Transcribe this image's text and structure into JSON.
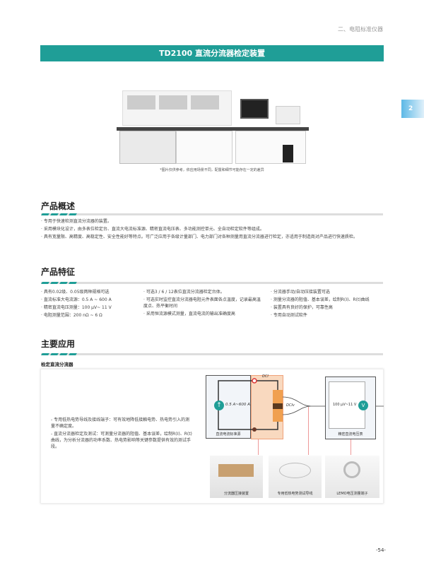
{
  "header": {
    "chapter": "二、电阻标准仪器",
    "title": "TD2100 直流分流器检定装置",
    "side_tab": "2"
  },
  "image_caption": "*图片仅供参考，依应用场景不同，配置和细节可能存在一定的差异",
  "overview": {
    "heading": "产品概述",
    "items": [
      "· 专用于快速检测直流分流器的装置。",
      "· 采用模块化设计，由多表位检定台、直流大电流标准源、精密直流电压表、多功能测控单元、全自动检定软件等组成。",
      "· 具有宽量限、高精度、高稳定性、安全性能好等特点。可广泛应用于各级计量部门、电力部门对各种测量用直流分流器进行检定，亦适用于制造商对产品进行快速质检。"
    ]
  },
  "features": {
    "heading": "产品特征",
    "columns": [
      [
        "· 具有0.02级、0.05级两种规格可选",
        "· 直流标准大电流源：0.5 A ~ 600 A",
        "· 精密直流电压测量：100 μV~ 11 V",
        "· 电阻测量范围：200 nΩ ~ 6 Ω"
      ],
      [
        "· 可选3 / 6 / 12表位直流分流器检定台体。",
        "· 可选实时监控直流分流器电阻元件表面各点温度，记录最高温度点、热平衡时间",
        "· 采用恒流源模式测量，直流电流的输出准确度高"
      ],
      [
        "· 分流器手动/自动压接装置可选",
        "· 测量分流器的阻值、基本误差，绘制R(I)、R(t)曲线",
        "· 装置具有良好的保护，可靠性高",
        "· 专用自动测试软件"
      ]
    ]
  },
  "applications": {
    "heading": "主要应用",
    "subheading": "检定直流分流器",
    "items": [
      "- 专用低热电势导线及接线端子：可有效地降低接触电势、热电势引入的测量不确定度。",
      "- 直流分流器检定及测试：可测量分流器的阻值、基本误差，绘制R(I)、R(t)曲线，为分析分流器的功率系数、热电势影响等关键参数提供有效的测试手段。"
    ],
    "diagram": {
      "source_label": "直流电流标准源",
      "source_range": "0.5 A~600 A",
      "current_label": "DCI",
      "voltage_label": "DCIv",
      "meter_label": "精密直流电压表",
      "meter_range": "100 μV~11 V",
      "meter_symbol": "V",
      "photos": [
        "分流器压接装置",
        "专用低热电势测试导线",
        "LEMO电压测量端子"
      ]
    }
  },
  "page_number": "-54-",
  "colors": {
    "accent": "#1f9e97",
    "orange": "#f0a050"
  }
}
